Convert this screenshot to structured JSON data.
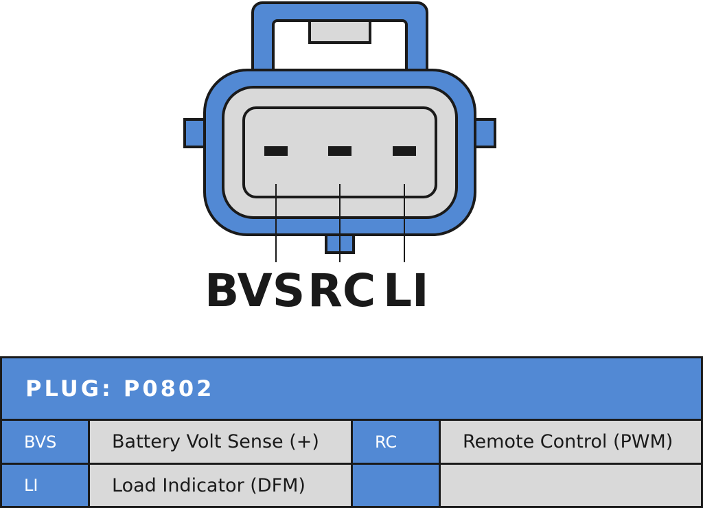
{
  "connector": {
    "pin_labels": [
      "BVS",
      "RC",
      "LI"
    ]
  },
  "table": {
    "title": "PLUG: P0802",
    "rows": [
      [
        {
          "code": "BVS",
          "description": "Battery Volt Sense (+)"
        },
        {
          "code": "RC",
          "description": "Remote Control (PWM)"
        }
      ],
      [
        {
          "code": "LI",
          "description": "Load Indicator (DFM)"
        },
        {
          "code": "",
          "description": ""
        }
      ]
    ]
  },
  "colors": {
    "accent_blue": "#5289d4",
    "body_gray": "#d9d9d9",
    "outline": "#1a1a1a"
  }
}
